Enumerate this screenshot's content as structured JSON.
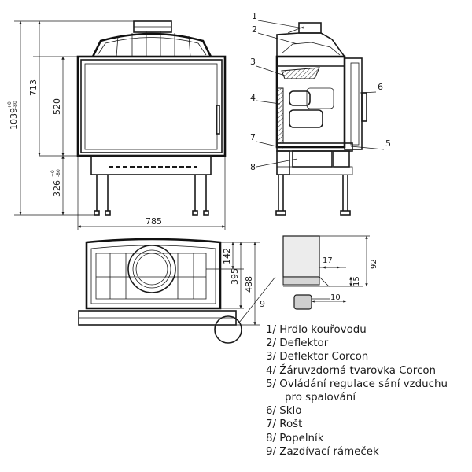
{
  "dimensions": {
    "total_height": "1039",
    "total_height_tol_plus": "+0",
    "total_height_tol_minus": "-80",
    "body_height": "713",
    "glass_height": "520",
    "leg_height": "326",
    "leg_height_tol_plus": "+0",
    "leg_height_tol_minus": "-80",
    "width": "785",
    "plan_collar_offset": "142",
    "plan_collar_center": "395",
    "plan_depth": "488",
    "detail_17": "17",
    "detail_92": "92",
    "detail_15": "15",
    "detail_10": "10"
  },
  "callouts": [
    "1",
    "2",
    "3",
    "4",
    "5",
    "6",
    "7",
    "8",
    "9"
  ],
  "legend": [
    {
      "text": "1/ Hrdlo kouřovodu"
    },
    {
      "text": "2/ Deflektor"
    },
    {
      "text": "3/ Deflektor Corcon"
    },
    {
      "text": "4/ Žáruvzdorná tvarovka Corcon"
    },
    {
      "text": "5/ Ovládání regulace sání vzduchu"
    },
    {
      "text": "pro spalování"
    },
    {
      "text": "6/ Sklo"
    },
    {
      "text": "7/ Rošt"
    },
    {
      "text": "8/ Popelník"
    },
    {
      "text": "9/ Zazdívací rámeček"
    }
  ]
}
